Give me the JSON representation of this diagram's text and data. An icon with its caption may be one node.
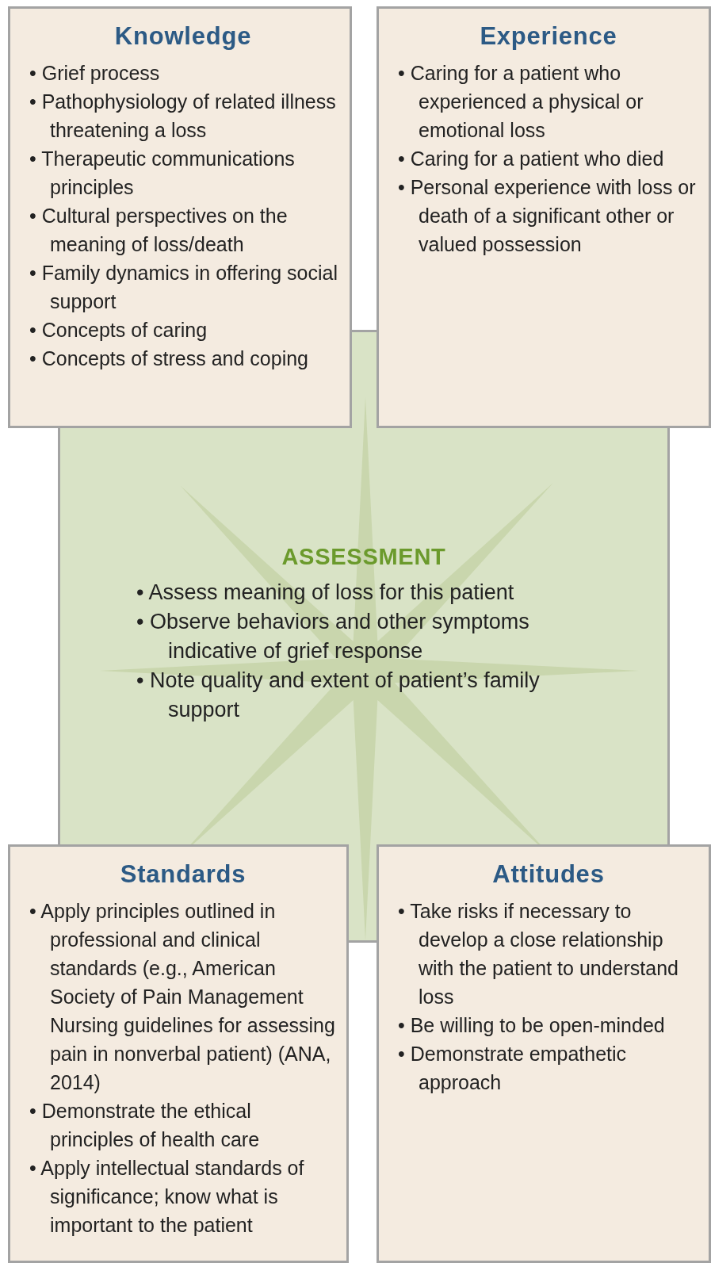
{
  "diagram": {
    "nodes": [
      {
        "text": [
          "Knowledge",
          "• Grief process",
          "• Pathophysiology of related illness threatening a loss",
          "• Therapeutic communications principles",
          "• Cultural perspectives on the meaning of loss/death",
          "• Family dynamics in offering social support",
          "• Concepts of caring",
          "• Concepts of stress and coping"
        ]
      },
      {
        "text": [
          "Experience",
          "• Caring for a patient who experienced a physical or emotional loss",
          "• Caring for a patient who died",
          "• Personal experience with loss or death of a significant other or valued possession"
        ]
      },
      {
        "text": [
          "ASSESSMENT",
          "• Assess meaning of loss for this patient",
          "• Observe behaviors and other symptoms indicative of grief response",
          "• Note quality and extent of patient’s family support"
        ]
      },
      {
        "text": [
          "Standards",
          "• Apply principles outlined in professional and clinical standards (e.g., American Society of Pain Management Nursing guidelines for assessing pain in nonverbal patient) (ANA, 2014)",
          "• Demonstrate the ethical principles of health care",
          "• Apply intellectual standards of significance; know what is important to the patient"
        ]
      },
      {
        "text": [
          "Attitudes",
          "• Take risks if necessary to develop a close relationship with the patient to understand loss",
          "• Be willing to be open-minded",
          "• Demonstrate empathetic approach"
        ]
      }
    ]
  }
}
